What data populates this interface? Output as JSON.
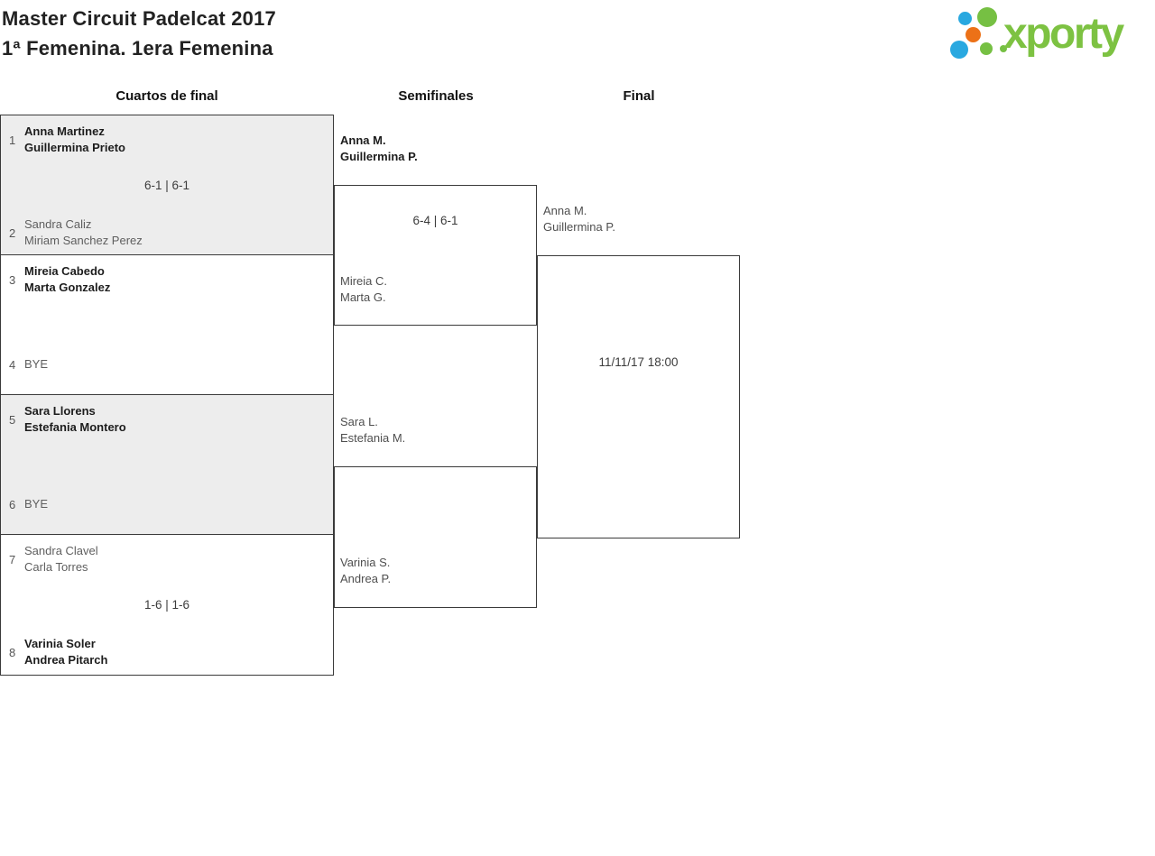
{
  "page": {
    "title_line1": "Master Circuit Padelcat 2017",
    "title_line2": "1ª Femenina. 1era Femenina"
  },
  "logo": {
    "text": "xporty",
    "colors": {
      "green": "#7dc242",
      "blue": "#29a8e0",
      "orange": "#ec7117"
    }
  },
  "round_headers": {
    "quarterfinals": "Cuartos de final",
    "semifinals": "Semifinales",
    "final": "Final"
  },
  "quarterfinals": [
    {
      "seed_top": "1",
      "team_top_line1": "Anna Martinez",
      "team_top_line2": "Guillermina Prieto",
      "winner": "top",
      "score": "6-1 | 6-1",
      "seed_bottom": "2",
      "team_bottom_line1": "Sandra Caliz",
      "team_bottom_line2": "Miriam Sanchez Perez"
    },
    {
      "seed_top": "3",
      "team_top_line1": "Mireia Cabedo",
      "team_top_line2": "Marta Gonzalez",
      "winner": "top",
      "score": "",
      "seed_bottom": "4",
      "team_bottom_line1": "BYE",
      "team_bottom_line2": ""
    },
    {
      "seed_top": "5",
      "team_top_line1": "Sara Llorens",
      "team_top_line2": "Estefania Montero",
      "winner": "top",
      "score": "",
      "seed_bottom": "6",
      "team_bottom_line1": "BYE",
      "team_bottom_line2": ""
    },
    {
      "seed_top": "7",
      "team_top_line1": "Sandra Clavel",
      "team_top_line2": "Carla Torres",
      "winner": "bottom",
      "score": "1-6 | 1-6",
      "seed_bottom": "8",
      "team_bottom_line1": "Varinia Soler",
      "team_bottom_line2": "Andrea Pitarch"
    }
  ],
  "semifinals": [
    {
      "team_top_line1": "Anna M.",
      "team_top_line2": "Guillermina P.",
      "winner": "top",
      "score": "6-4 | 6-1",
      "team_bottom_line1": "Mireia C.",
      "team_bottom_line2": "Marta G."
    },
    {
      "team_top_line1": "Sara L.",
      "team_top_line2": "Estefania M.",
      "winner": "",
      "score": "",
      "team_bottom_line1": "Varinia S.",
      "team_bottom_line2": "Andrea P."
    }
  ],
  "final": {
    "team_top_line1": "Anna M.",
    "team_top_line2": "Guillermina P.",
    "schedule": "11/11/17 18:00"
  },
  "theme": {
    "box_border": "#3a3a3a",
    "shaded_box_bg": "#ededed",
    "winner_text": "#1d1d1d",
    "muted_text": "#5f5f5f"
  }
}
